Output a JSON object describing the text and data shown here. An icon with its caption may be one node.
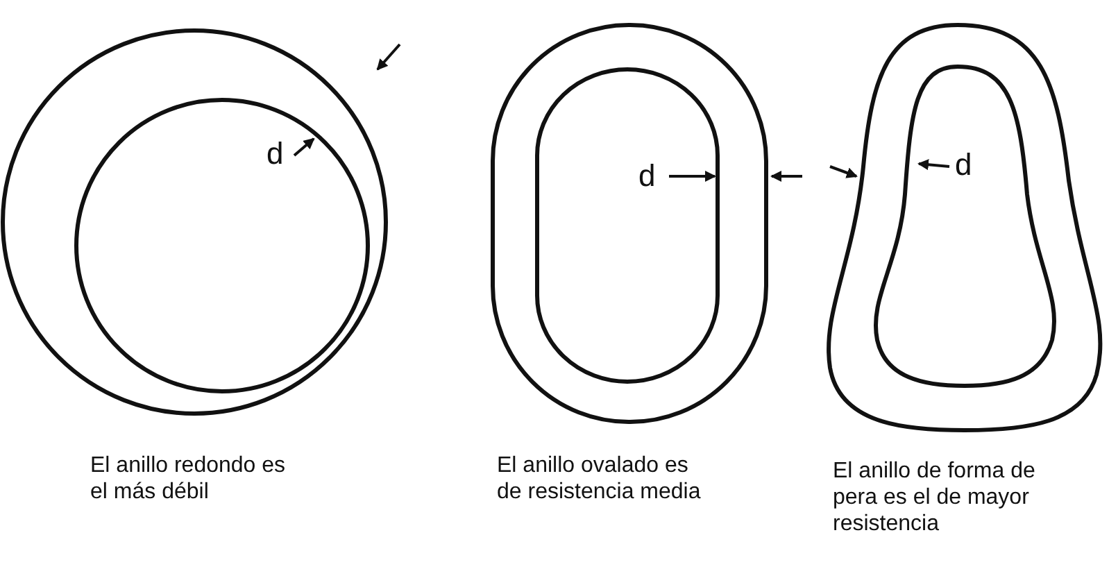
{
  "diagram": {
    "labels": [
      "d",
      "d",
      "d",
      "El anillo redondo es el más débil",
      "El anillo ovalado es de resistencia media",
      "El anillo de forma de pera es el de mayor resistencia"
    ]
  }
}
